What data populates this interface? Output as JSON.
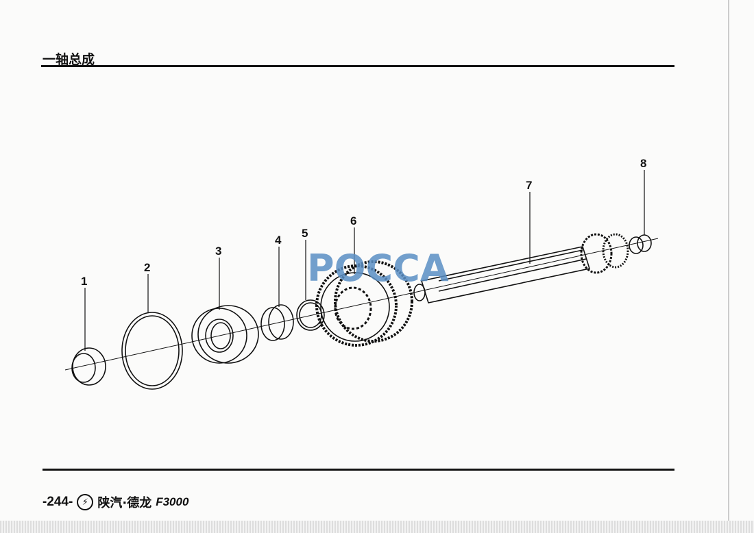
{
  "header": {
    "title": "一轴总成"
  },
  "diagram": {
    "callouts": [
      "1",
      "2",
      "3",
      "4",
      "5",
      "6",
      "7",
      "8"
    ],
    "watermark": "POCCA"
  },
  "footer": {
    "page_number": "-244-",
    "brand_icon": "lightning-circle-icon",
    "brand": "陕汽·德龙",
    "model": "F3000"
  }
}
